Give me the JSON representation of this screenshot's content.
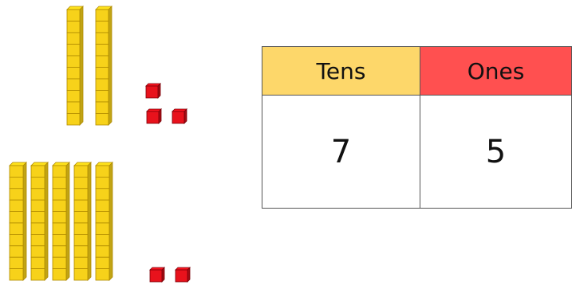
{
  "colors": {
    "tens_header": "#fdd76a",
    "ones_header": "#ff5050",
    "rod_fill": "#f7d21a",
    "rod_stroke": "#b08a00",
    "cube_fill": "#e8121c",
    "cube_stroke": "#7a0008"
  },
  "groups": [
    {
      "tens": 2,
      "ones": 3
    },
    {
      "tens": 5,
      "ones": 2
    }
  ],
  "table": {
    "headers": [
      "Tens",
      "Ones"
    ],
    "values": [
      "7",
      "5"
    ]
  }
}
